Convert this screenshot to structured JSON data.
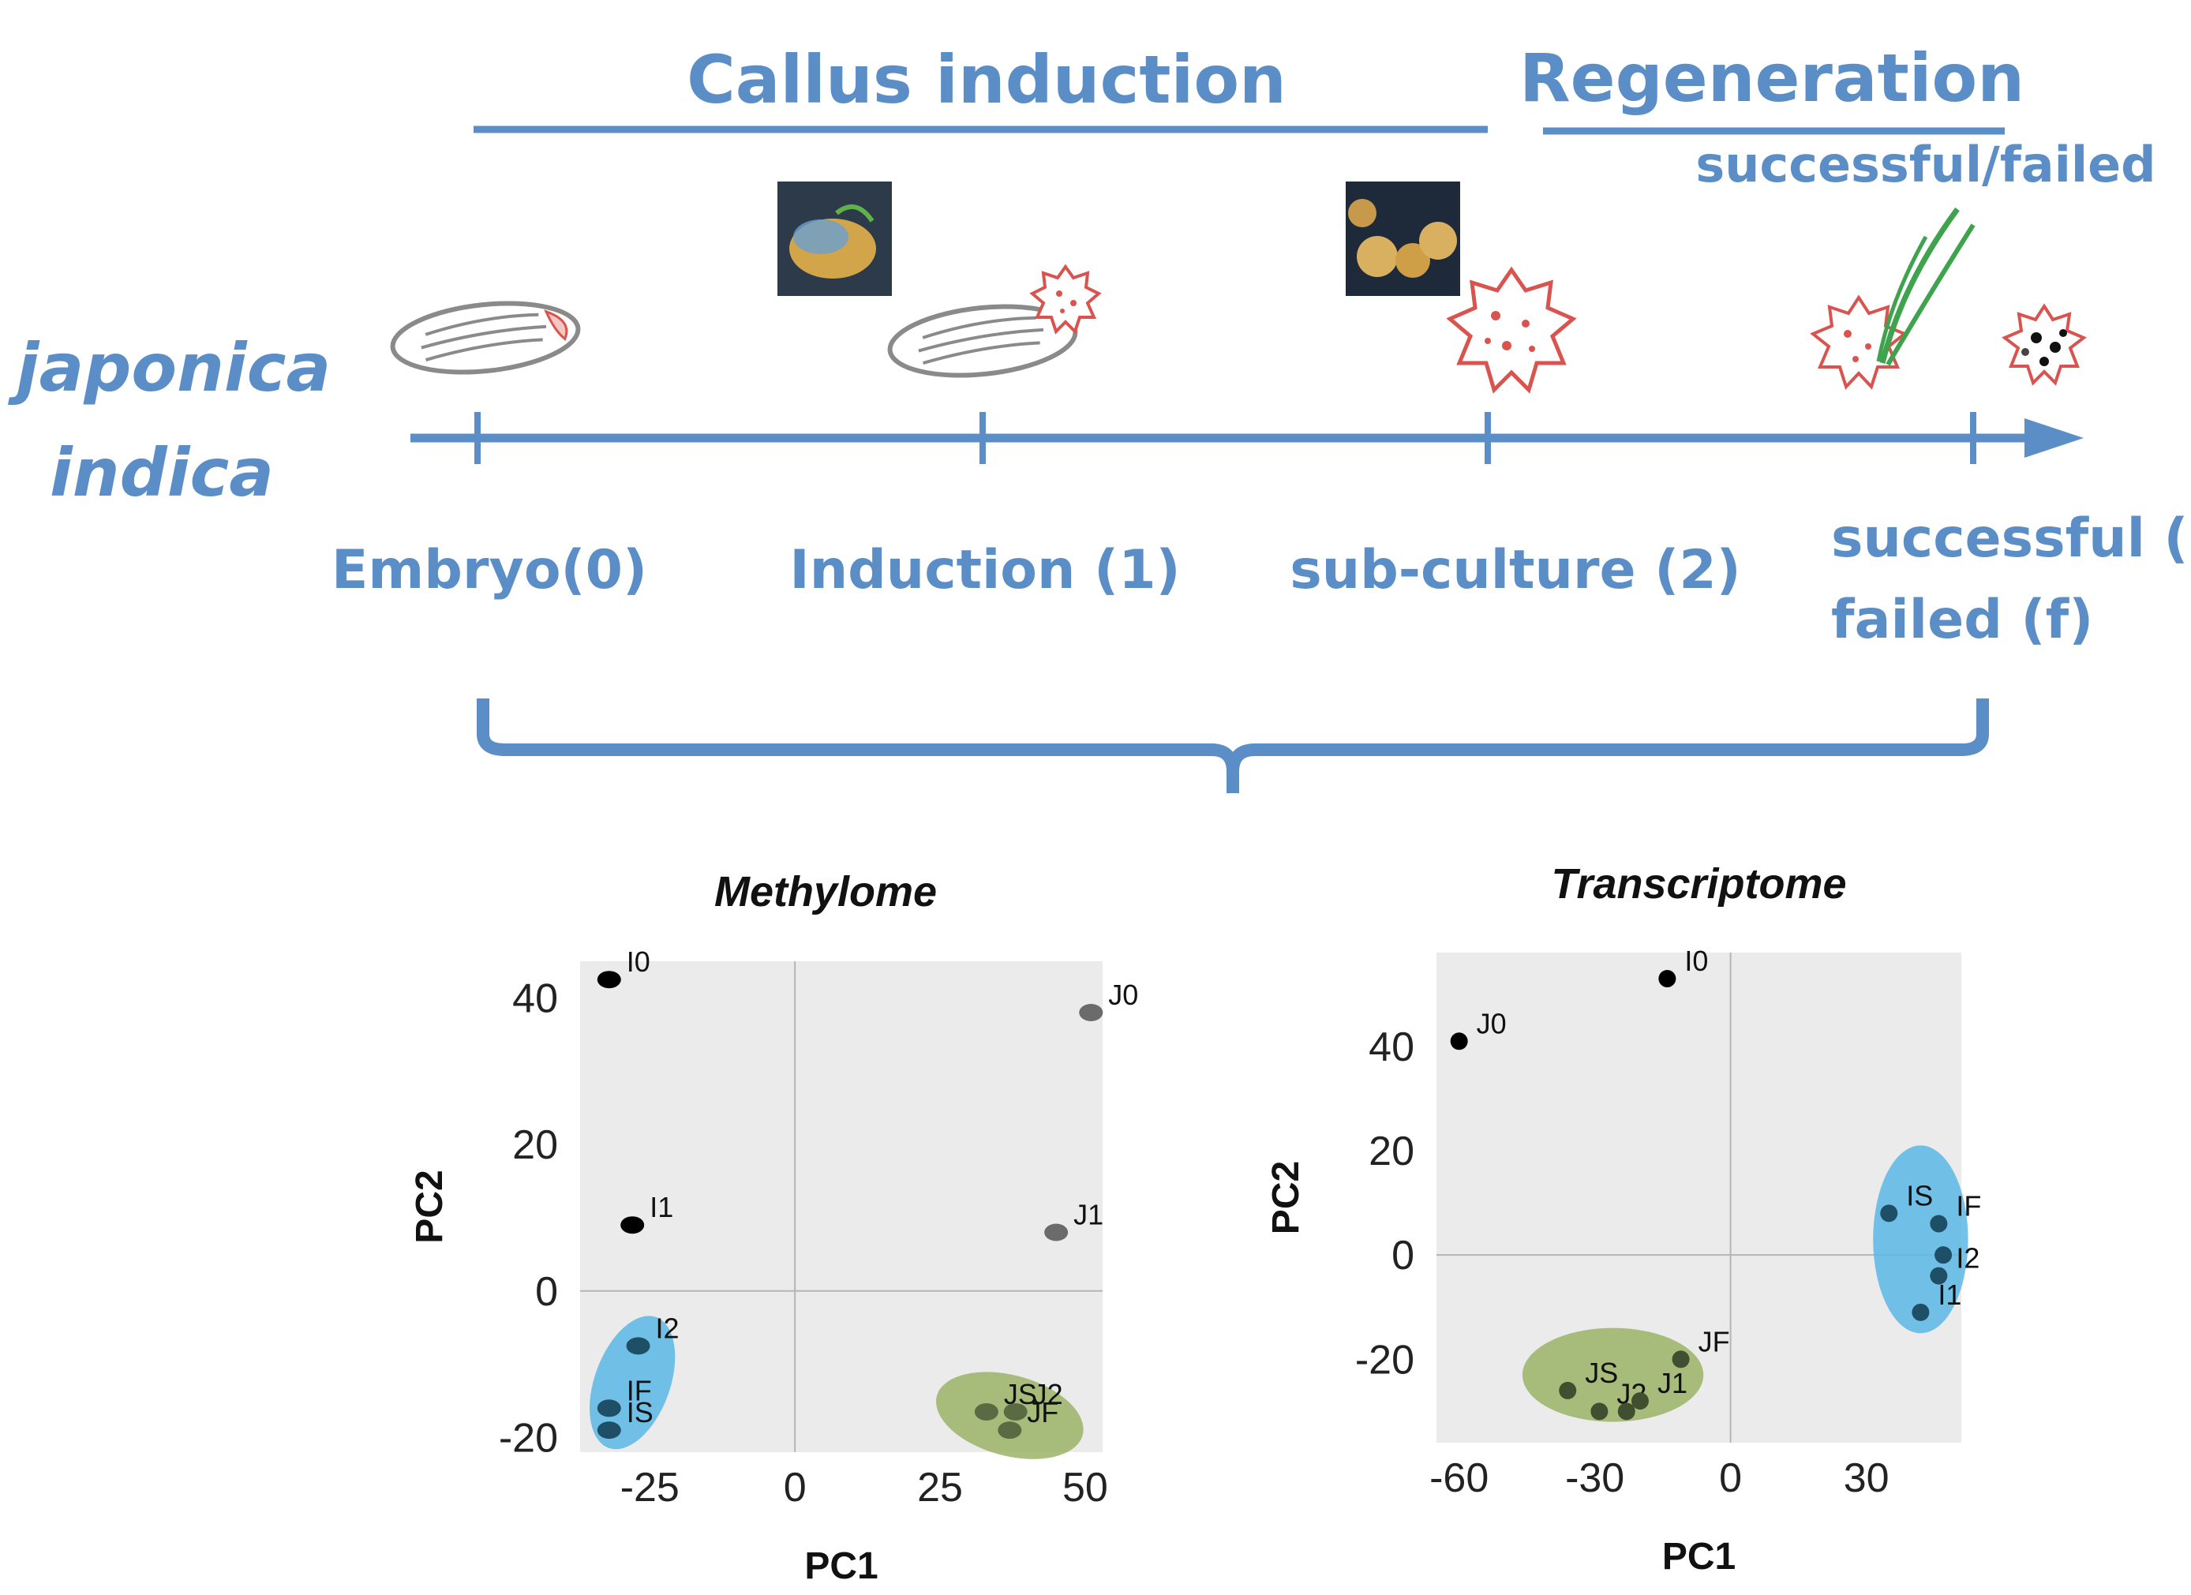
{
  "header": {
    "callus_induction": "Callus induction",
    "regeneration": "Regeneration",
    "successful_failed": "successful/failed"
  },
  "species": {
    "japonica": "japonica",
    "indica": "indica"
  },
  "stages": {
    "embryo": "Embryo(0)",
    "induction": "Induction (1)",
    "subculture": "sub-culture (2)",
    "successful": "successful (s)",
    "failed": "failed (f)"
  },
  "colors": {
    "theme_blue": "#5b8ec7",
    "callus_red": "#d9534f",
    "shoot_green": "#3fa34d",
    "indica_cluster": "#5bb7e5",
    "japonica_cluster": "#9bb467",
    "panel_bg": "#ebebeb"
  },
  "icons": [
    "seed-icon",
    "callus-icon",
    "shoot-icon",
    "photo-thumbnail"
  ],
  "chart_data": [
    {
      "type": "scatter",
      "title": "Methylome",
      "xlabel": "PC1",
      "ylabel": "PC2",
      "xlim": [
        -37,
        53
      ],
      "ylim": [
        -22,
        45
      ],
      "xticks": [
        -25,
        0,
        25,
        50
      ],
      "yticks": [
        40,
        20,
        0,
        -20
      ],
      "grid": true,
      "points": [
        {
          "label": "I0",
          "x": -32,
          "y": 42.5,
          "color": "#000000"
        },
        {
          "label": "I1",
          "x": -28,
          "y": 9,
          "color": "#000000"
        },
        {
          "label": "J0",
          "x": 51,
          "y": 38,
          "color": "#6b6b6b"
        },
        {
          "label": "J1",
          "x": 45,
          "y": 8,
          "color": "#6b6b6b"
        },
        {
          "label": "I2",
          "x": -27,
          "y": -7.5,
          "color": "#1f4f66"
        },
        {
          "label": "IF",
          "x": -32,
          "y": -16,
          "color": "#1f4f66"
        },
        {
          "label": "IS",
          "x": -32,
          "y": -19,
          "color": "#1f4f66"
        },
        {
          "label": "JS",
          "x": 33,
          "y": -16.5,
          "color": "#5a6b43"
        },
        {
          "label": "J2",
          "x": 38,
          "y": -16.5,
          "color": "#5a6b43"
        },
        {
          "label": "JF",
          "x": 37,
          "y": -19,
          "color": "#5a6b43"
        }
      ],
      "clusters": [
        {
          "name": "indica",
          "center": [
            -28,
            -12.5
          ],
          "rx": 6.5,
          "ry": 9.5,
          "rotate": 20,
          "color": "#5bb7e5"
        },
        {
          "name": "japonica",
          "center": [
            37,
            -17
          ],
          "rx": 13,
          "ry": 5.5,
          "rotate": 15,
          "color": "#9bb467"
        }
      ]
    },
    {
      "type": "scatter",
      "title": "Transcriptome",
      "xlabel": "PC1",
      "ylabel": "PC2",
      "xlim": [
        -65,
        51
      ],
      "ylim": [
        -36,
        58
      ],
      "xticks": [
        -60,
        -30,
        0,
        30
      ],
      "yticks": [
        40,
        20,
        0,
        -20
      ],
      "grid": true,
      "points": [
        {
          "label": "I0",
          "x": -14,
          "y": 53,
          "color": "#000000"
        },
        {
          "label": "J0",
          "x": -60,
          "y": 41,
          "color": "#000000"
        },
        {
          "label": "IS",
          "x": 35,
          "y": 8,
          "color": "#1f4f66"
        },
        {
          "label": "IF",
          "x": 46,
          "y": 6,
          "color": "#1f4f66"
        },
        {
          "label": "",
          "x": 47,
          "y": 0,
          "color": "#1f4f66"
        },
        {
          "label": "I2",
          "x": 46,
          "y": -4,
          "color": "#1f4f66"
        },
        {
          "label": "I1",
          "x": 42,
          "y": -11,
          "color": "#1f4f66"
        },
        {
          "label": "JS",
          "x": -36,
          "y": -26,
          "color": "#3f4f2f"
        },
        {
          "label": "J2",
          "x": -29,
          "y": -30,
          "color": "#3f4f2f"
        },
        {
          "label": "",
          "x": -23,
          "y": -30,
          "color": "#3f4f2f"
        },
        {
          "label": "JF",
          "x": -11,
          "y": -20,
          "color": "#3f4f2f"
        },
        {
          "label": "J1",
          "x": -20,
          "y": -28,
          "color": "#3f4f2f"
        }
      ],
      "clusters": [
        {
          "name": "indica",
          "center": [
            42,
            3
          ],
          "rx": 10.5,
          "ry": 18,
          "rotate": 0,
          "color": "#5bb7e5"
        },
        {
          "name": "japonica",
          "center": [
            -26,
            -23
          ],
          "rx": 20,
          "ry": 9,
          "rotate": 0,
          "color": "#9bb467"
        }
      ]
    }
  ]
}
